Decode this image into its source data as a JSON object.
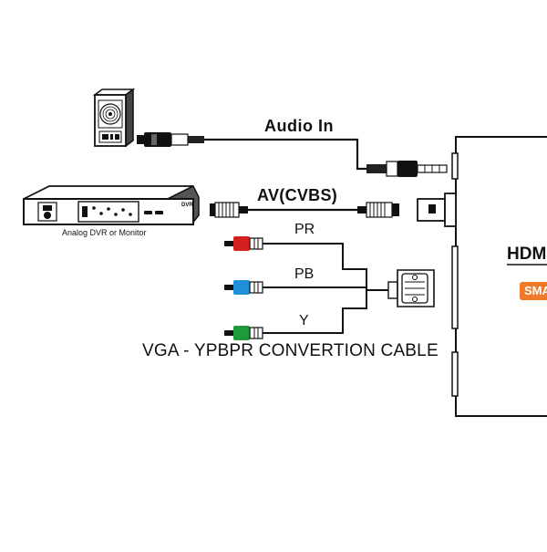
{
  "labels": {
    "audio_in": "Audio In",
    "av_cvbs": "AV(CVBS)",
    "pr": "PR",
    "pb": "PB",
    "y": "Y",
    "cable_caption": "VGA - YPBPR CONVERTION CABLE",
    "dvr_caption": "Analog DVR or Monitor",
    "dvr_tag": "DVR",
    "device_brand": "HDM",
    "device_badge": "SMA"
  },
  "colors": {
    "pr_plug": "#d62020",
    "pb_plug": "#1e8fd8",
    "y_plug": "#1f9a3a",
    "badge": "#f07a2a",
    "line": "#111111"
  },
  "icons": [
    "audio-source-icon",
    "dvr-icon",
    "vga-connector-icon",
    "hdmi-converter-icon"
  ]
}
